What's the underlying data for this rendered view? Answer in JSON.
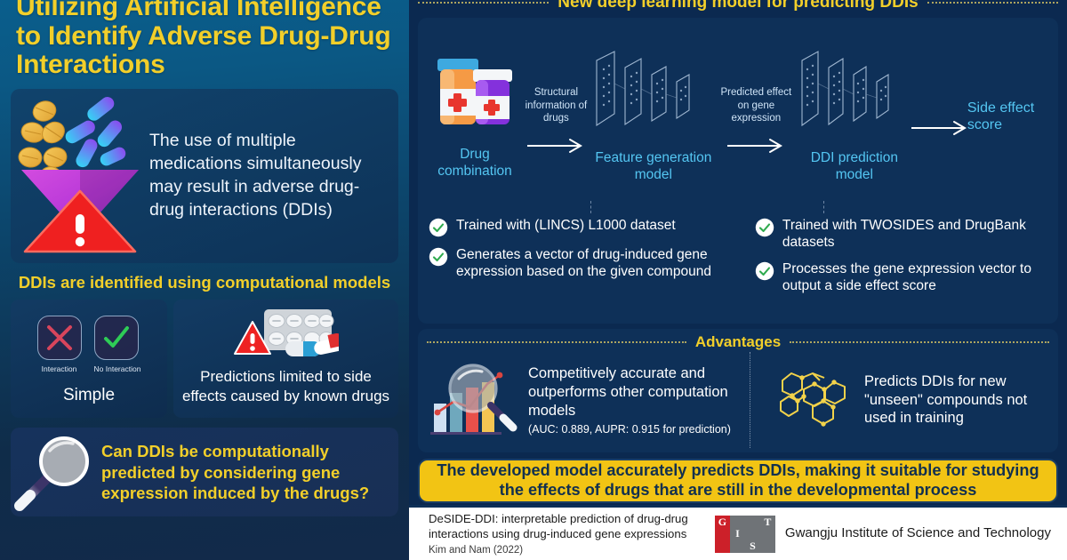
{
  "title": "Utilizing Artificial Intelligence to Identify Adverse Drug-Drug Interactions",
  "left": {
    "intro_text": "The use of multiple medications simultaneously may result in adverse drug-drug interactions (DDIs)",
    "section_heading": "DDIs are identified using computational models",
    "simple_card": {
      "interaction_label": "Interaction",
      "no_interaction_label": "No Interaction",
      "caption": "Simple"
    },
    "limited_card": {
      "text": "Predictions limited to side effects caused by known drugs"
    },
    "question": "Can DDIs be computationally predicted by considering gene expression induced by the drugs?"
  },
  "right": {
    "model_heading": "New deep learning model for predicting DDIs",
    "flow": {
      "node1_caption": "Drug combination",
      "arrow1_label": "Structural information of drugs",
      "node2_caption": "Feature generation model",
      "arrow2_label": "Predicted effect on gene expression",
      "node3_caption": "DDI prediction model",
      "output_caption": "Side effect score"
    },
    "checks_left": [
      "Trained with (LINCS) L1000 dataset",
      "Generates a vector of drug-induced gene expression based on the given compound"
    ],
    "checks_right": [
      "Trained with TWOSIDES and DrugBank datasets",
      "Processes the gene expression vector to output a side effect score"
    ],
    "advantages": {
      "heading": "Advantages",
      "item1_text": "Competitively accurate and outperforms other computation models",
      "item1_sub": "(AUC: 0.889, AUPR: 0.915 for prediction)",
      "item2_text": "Predicts DDIs for new \"unseen\" compounds not used in training"
    },
    "conclusion": "The developed model accurately predicts DDIs, making it suitable for studying the effects of drugs that are still in the developmental process",
    "footer": {
      "citation_title": "DeSIDE-DDI: interpretable prediction of drug-drug interactions using drug-induced gene expressions",
      "citation_authors": "Kim and Nam (2022)",
      "logo_letters": [
        "G",
        "I",
        "S",
        "T"
      ],
      "institution": "Gwangju Institute of Science and Technology"
    }
  },
  "colors": {
    "accent_yellow": "#f2cf2a",
    "banner_yellow": "#f2c414",
    "cyan_label": "#54c6f2",
    "panel_blue": "#0e3058",
    "left_top": "#0a5e8c",
    "left_bottom": "#122a4a",
    "check_green": "#2faa4e",
    "x_red": "#d8455c",
    "gist_red": "#cc2029",
    "gist_gray": "#6f7377"
  }
}
